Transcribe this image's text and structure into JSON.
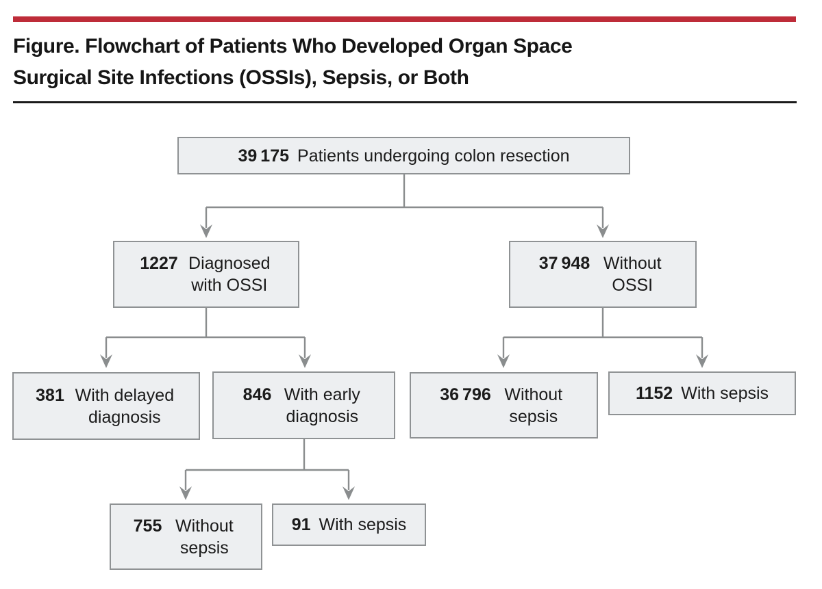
{
  "figure": {
    "accent_bar_color": "#be2c39",
    "title_line1": "Figure. Flowchart of Patients Who Developed Organ Space",
    "title_line2": "Surgical Site Infections (OSSIs), Sepsis, or Both"
  },
  "flowchart": {
    "box_fill_color": "#edeff1",
    "box_border_color": "#8f9294",
    "connector_color": "#8a8d8e",
    "nodes": {
      "root": {
        "count": "39 175",
        "label": "Patients undergoing colon resection"
      },
      "ossi": {
        "count": "1227",
        "label": "Diagnosed with OSSI"
      },
      "no_ossi": {
        "count": "37 948",
        "label": "Without OSSI"
      },
      "delayed_dx": {
        "count": "381",
        "label": "With delayed diagnosis"
      },
      "early_dx": {
        "count": "846",
        "label": "With early diagnosis"
      },
      "no_sepsis": {
        "count": "36 796",
        "label": "Without sepsis"
      },
      "with_sepsis": {
        "count": "1152",
        "label": "With sepsis"
      },
      "early_no_sepsis": {
        "count": "755",
        "label": "Without sepsis"
      },
      "early_with_sepsis": {
        "count": "91",
        "label": "With sepsis"
      }
    },
    "edges": [
      [
        "root",
        "ossi"
      ],
      [
        "root",
        "no_ossi"
      ],
      [
        "ossi",
        "delayed_dx"
      ],
      [
        "ossi",
        "early_dx"
      ],
      [
        "no_ossi",
        "no_sepsis"
      ],
      [
        "no_ossi",
        "with_sepsis"
      ],
      [
        "early_dx",
        "early_no_sepsis"
      ],
      [
        "early_dx",
        "early_with_sepsis"
      ]
    ]
  }
}
